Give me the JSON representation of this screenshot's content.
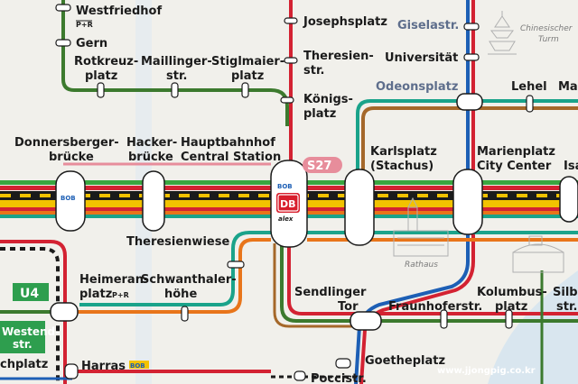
{
  "stations": {
    "westfriedhof": "Westfriedhof",
    "gern": "Gern",
    "rotkreuzplatz_1": "Rotkreuz-",
    "rotkreuzplatz_2": "platz",
    "maillinger_1": "Maillinger-",
    "maillinger_2": "str.",
    "stiglmaier_1": "Stiglmaier-",
    "stiglmaier_2": "platz",
    "josephsplatz": "Josephsplatz",
    "theresienstr_1": "Theresien-",
    "theresienstr_2": "str.",
    "koenigsplatz_1": "Königs-",
    "koenigsplatz_2": "platz",
    "giselastr": "Giselastr.",
    "universitaet": "Universität",
    "odeonsplatz": "Odeonsplatz",
    "lehel": "Lehel",
    "max_partial": "Ma",
    "donnersberger_1": "Donnersberger-",
    "donnersberger_2": "brücke",
    "hacker_1": "Hacker-",
    "hacker_2": "brücke",
    "hbf_1": "Hauptbahnhof",
    "hbf_2": "Central Station",
    "karlsplatz_1": "Karlsplatz",
    "karlsplatz_2": "(Stachus)",
    "marienplatz_1": "Marienplatz",
    "marienplatz_2": "City Center",
    "isar_partial": "Isa",
    "theresienwiese": "Theresienwiese",
    "heimeran_1": "Heimeran-",
    "heimeran_2": "platz",
    "schwanthaler_1": "Schwanthaler-",
    "schwanthaler_2": "höhe",
    "sendlinger_1": "Sendlinger",
    "sendlinger_2": "Tor",
    "fraunhoferstr": "Fraunhoferstr.",
    "kolumbus_1": "Kolumbus-",
    "kolumbus_2": "platz",
    "silber_partial_1": "Silbe",
    "silber_partial_2": "str.",
    "westend_1": "Westend-",
    "westend_2": "str.",
    "harras": "Harras",
    "goetheplatz": "Goetheplatz",
    "poccistr": "Poccistr.",
    "holzplatz_partial": "chplatz"
  },
  "badges": {
    "pr": "P+R",
    "bob": "BOB",
    "db": "DB",
    "alex": "alex",
    "s27": "S27",
    "u4": "U4"
  },
  "landmarks": {
    "chinesischer_1": "Chinesischer",
    "chinesischer_2": "Turm",
    "rathaus": "Rathaus"
  },
  "watermark": "www.jjongpig.co.kr",
  "colors": {
    "background": "#f1f0eb",
    "u1_green": "#3c7a2e",
    "u2_red": "#d32232",
    "u3_orange": "#e8751a",
    "u4_teal": "#1aa38a",
    "u5_brown": "#a5682a",
    "u6_blue": "#1d5fb5",
    "s_yellow": "#f2c200",
    "s_black": "#1b1b1b",
    "s27_pink": "#e78d9b",
    "u4_badge": "#2e9e4e",
    "db_red": "#d81e2c"
  }
}
